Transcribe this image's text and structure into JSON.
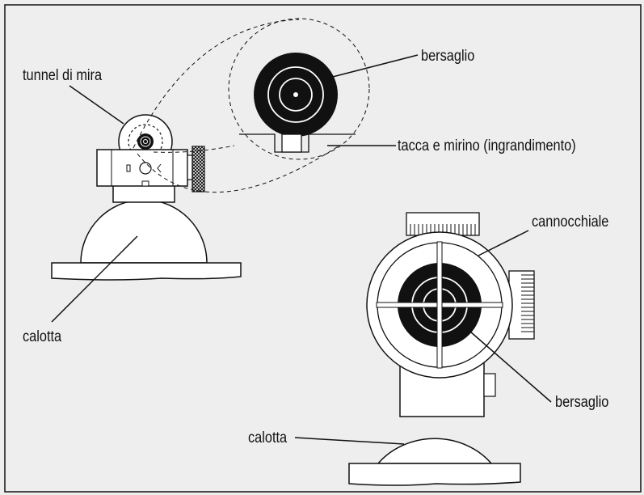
{
  "labels": {
    "tunnel": "tunnel di mira",
    "target_top": "bersaglio",
    "notch": "tacca e mirino (ingrandimento)",
    "cap_left": "calotta",
    "scope": "cannocchiale",
    "target_bottom": "bersaglio",
    "cap_right": "calotta"
  },
  "colors": {
    "background": "#eeeeee",
    "ink": "#111111",
    "body_fill": "#ffffff"
  }
}
